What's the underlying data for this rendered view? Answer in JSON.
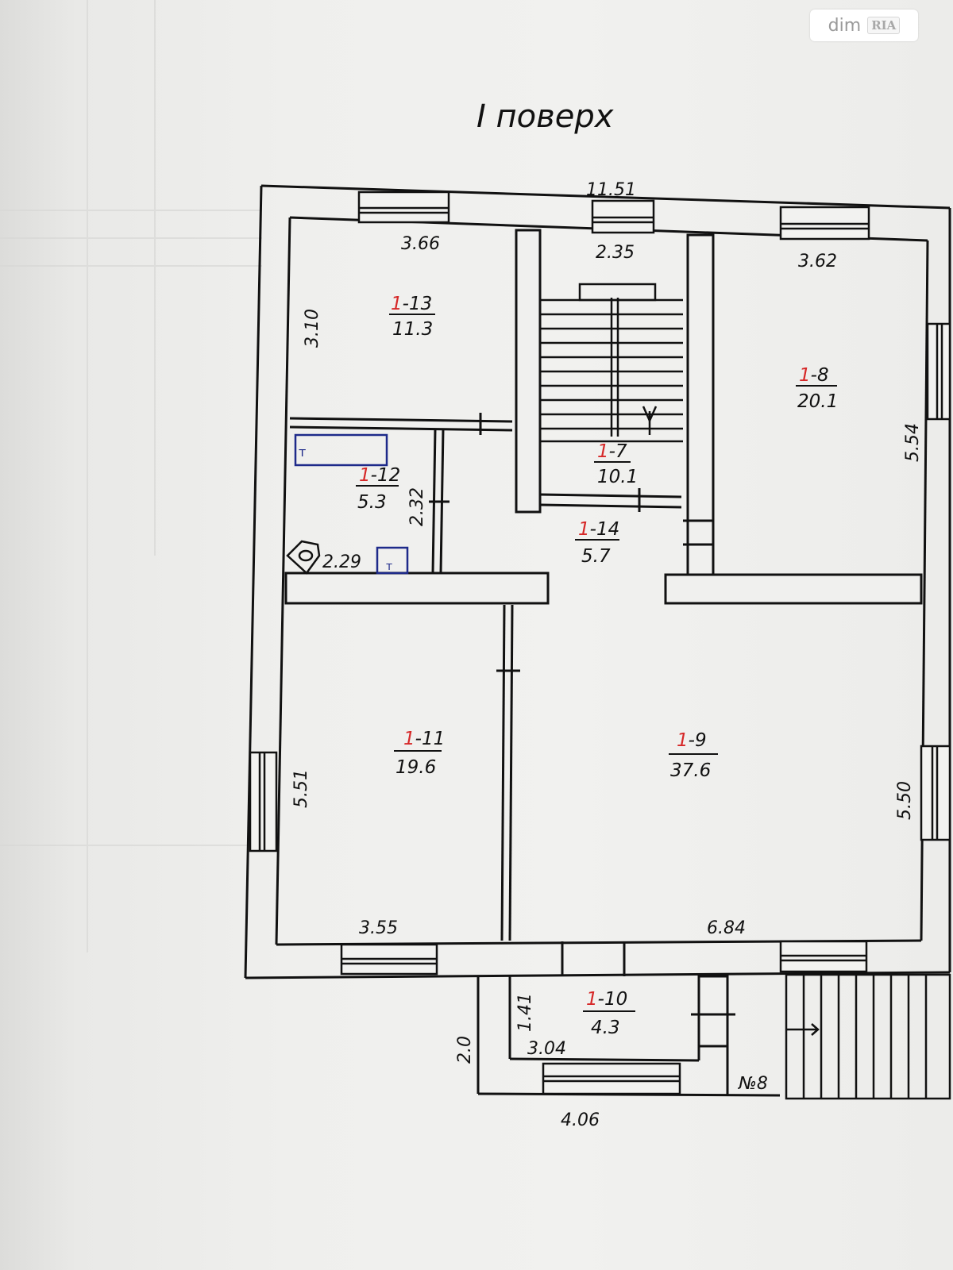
{
  "title": "I поверх",
  "watermark": {
    "brand": "dim",
    "badge": "RIA"
  },
  "rooms": [
    {
      "id_prefix": "1",
      "id_suffix": "-13",
      "area": "11.3"
    },
    {
      "id_prefix": "1",
      "id_suffix": "-7",
      "area": "10.1"
    },
    {
      "id_prefix": "1",
      "id_suffix": "-8",
      "area": "20.1"
    },
    {
      "id_prefix": "1",
      "id_suffix": "-12",
      "area": "5.3"
    },
    {
      "id_prefix": "1",
      "id_suffix": "-14",
      "area": "5.7"
    },
    {
      "id_prefix": "1",
      "id_suffix": "-11",
      "area": "19.6"
    },
    {
      "id_prefix": "1",
      "id_suffix": "-9",
      "area": "37.6"
    },
    {
      "id_prefix": "1",
      "id_suffix": "-10",
      "area": "4.3"
    }
  ],
  "dimensions": {
    "top_overall": "11.51",
    "room13_width": "3.66",
    "room7_width": "2.35",
    "room8_width": "3.62",
    "room13_height": "3.10",
    "room8_height": "5.54",
    "room12_height": "2.32",
    "room12_width": "2.29",
    "room11_height": "5.51",
    "room9_height": "5.50",
    "room11_width": "3.55",
    "room9_width": "6.84",
    "porch_height": "1.41",
    "porch_inner_width": "3.04",
    "porch_outer_height": "2.0",
    "porch_outer_width": "4.06"
  },
  "porch_label": "№8",
  "fixtures": {
    "bath_letter": "т",
    "heater_letter": "т"
  }
}
